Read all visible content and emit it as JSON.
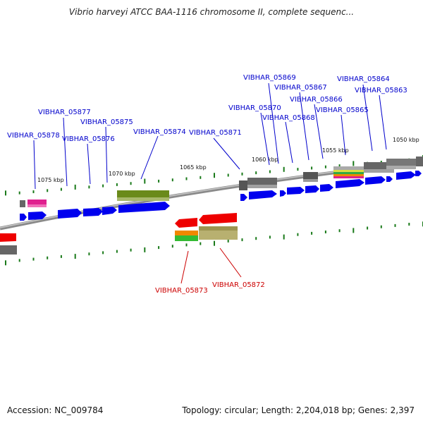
{
  "title": "Vibrio harveyi ATCC BAA-1116 chromosome II, complete sequenc...",
  "footer": {
    "accession": "Accession: NC_009784",
    "summary": "Topology: circular; Length: 2,204,018 bp; Genes: 2,397"
  },
  "colors": {
    "forward_gene": "#0000ee",
    "reverse_gene": "#ee0000",
    "forward_label": "#0000cc",
    "reverse_label": "#cc0000",
    "backbone": "#777777",
    "tick": "#1a7a1a"
  },
  "scale_labels": [
    "1075 kbp",
    "1070 kbp",
    "1065 kbp",
    "1060 kbp",
    "1055 kbp",
    "1050 kbp"
  ],
  "gene_labels_forward": [
    "VIBHAR_05878",
    "VIBHAR_05877",
    "VIBHAR_05876",
    "VIBHAR_05875",
    "VIBHAR_05874",
    "VIBHAR_05871",
    "VIBHAR_05870",
    "VIBHAR_05869",
    "VIBHAR_05868",
    "VIBHAR_05867",
    "VIBHAR_05866",
    "VIBHAR_05865",
    "VIBHAR_05864",
    "VIBHAR_05863"
  ],
  "gene_labels_reverse": [
    "VIBHAR_05873",
    "VIBHAR_05872"
  ]
}
